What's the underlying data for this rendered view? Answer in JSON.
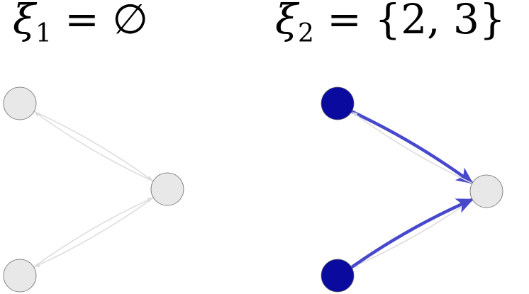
{
  "panels": [
    {
      "label": {
        "symbol": "ξ",
        "subscript": "1",
        "relation": "= ∅"
      },
      "nodes": [
        {
          "id": "top",
          "active": false
        },
        {
          "id": "middle",
          "active": false
        },
        {
          "id": "bottom",
          "active": false
        }
      ],
      "edges": [
        {
          "from": "top",
          "to": "middle",
          "highlighted": false
        },
        {
          "from": "middle",
          "to": "top",
          "highlighted": false
        },
        {
          "from": "middle",
          "to": "bottom",
          "highlighted": false
        },
        {
          "from": "bottom",
          "to": "middle",
          "highlighted": false
        }
      ]
    },
    {
      "label": {
        "symbol": "ξ",
        "subscript": "2",
        "relation": "= {2, 3}"
      },
      "nodes": [
        {
          "id": "top",
          "active": true
        },
        {
          "id": "middle",
          "active": false
        },
        {
          "id": "bottom",
          "active": true
        }
      ],
      "edges": [
        {
          "from": "top",
          "to": "middle",
          "highlighted": true
        },
        {
          "from": "middle",
          "to": "top",
          "highlighted": false
        },
        {
          "from": "middle",
          "to": "bottom",
          "highlighted": false
        },
        {
          "from": "bottom",
          "to": "middle",
          "highlighted": true
        }
      ]
    }
  ],
  "colors": {
    "active_node": "#0a0a9e",
    "inactive_node": "#e4e4e4",
    "highlight_edge": "#4848cc",
    "faint_edge": "#dcdcdc"
  }
}
